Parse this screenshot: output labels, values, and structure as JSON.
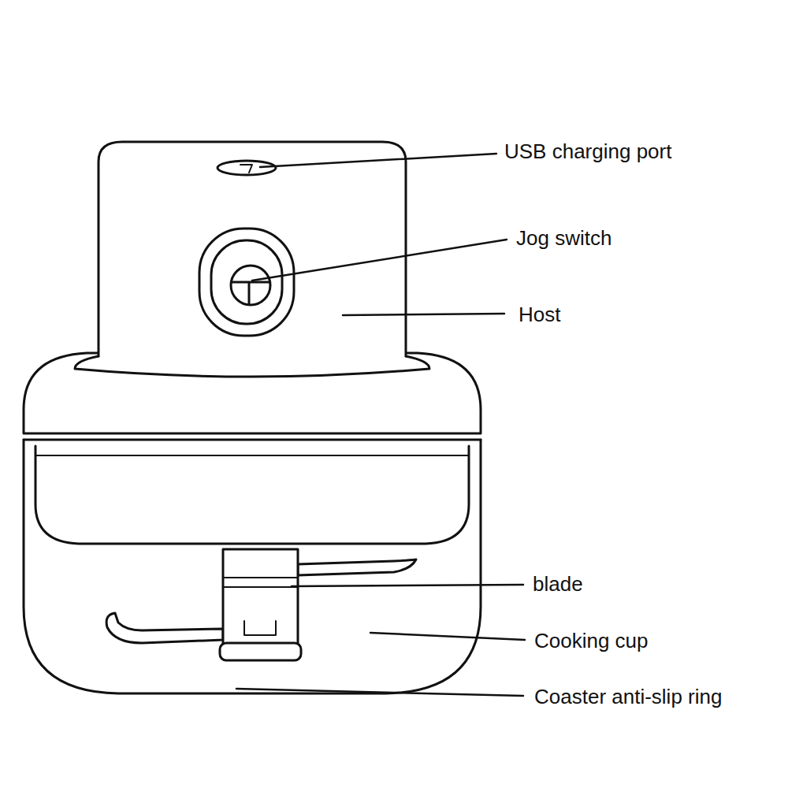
{
  "diagram": {
    "labels": [
      "USB charging port",
      "Jog switch",
      "Host",
      "blade",
      "Cooking cup",
      "Coaster anti-slip ring"
    ]
  }
}
